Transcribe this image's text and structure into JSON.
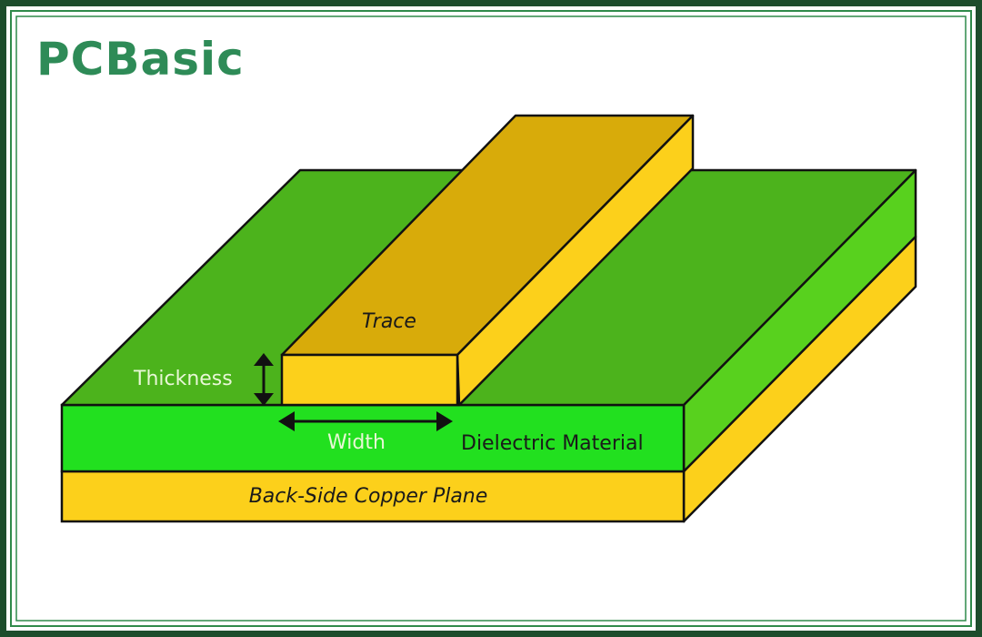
{
  "brand": {
    "logo_text": "PCBasic"
  },
  "labels": {
    "trace": "Trace",
    "thickness": "Thickness",
    "width": "Width",
    "dielectric": "Dielectric Material",
    "copper_plane": "Back-Side Copper Plane"
  },
  "colors": {
    "frame_dark": "#1d4d2c",
    "frame_line": "#2f8a4a",
    "logo": "#2e8b57",
    "top_green": "#4cb31c",
    "dielectric_bright": "#22e01f",
    "side_green": "#58d11e",
    "copper_yellow": "#fcd01b",
    "copper_dark": "#dcae0f",
    "trace_top": "#d8ab0a",
    "outline": "#111111",
    "label_light": "#e8f7d6",
    "label_dark": "#1a1a1a"
  }
}
